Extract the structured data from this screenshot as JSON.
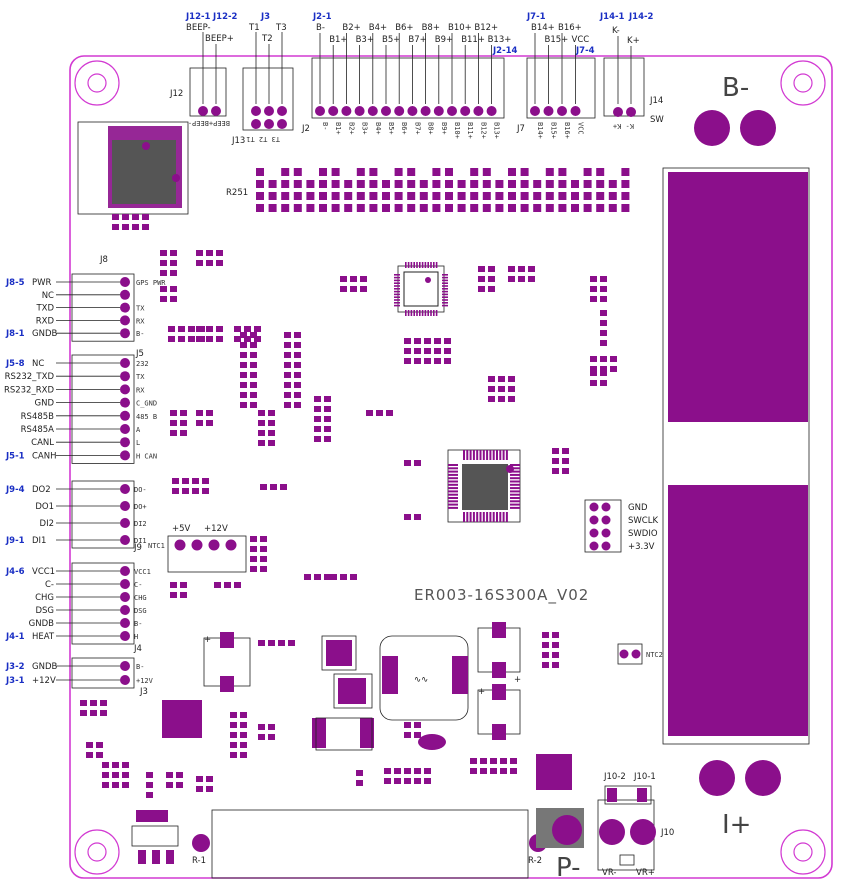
{
  "board": {
    "title": "ER003-16S300A_V02"
  },
  "big_labels": {
    "b_minus": "B-",
    "i_plus": "I+",
    "p_minus": "P-"
  },
  "top_connectors": {
    "j12_1": "J12-1",
    "j12_2": "J12-2",
    "beep_minus": "BEEP-",
    "beep_plus": "BEEP+",
    "j12": "J12",
    "j12_mirror": "BEEP+BEEP-",
    "j3": "J3",
    "t1": "T1",
    "t2": "T2",
    "t3": "T3",
    "j13": "J13",
    "j13_mirror": "T3 T2 T1",
    "j2_1": "J2-1",
    "j2_14": "J2-14",
    "j2": "J2",
    "b_pins_top": [
      "B-",
      "B1+",
      "B2+",
      "B3+",
      "B4+",
      "B5+",
      "B6+",
      "B7+",
      "B8+",
      "B9+",
      "B10+",
      "B11+",
      "B12+",
      "B13+"
    ],
    "j7_1": "J7-1",
    "j7_4": "J7-4",
    "j7": "J7",
    "j7_pins": [
      "B14+",
      "B15+",
      "B16+",
      "VCC"
    ],
    "j14_1": "J14-1",
    "j14_2": "J14-2",
    "j14": "J14",
    "k_minus": "K-",
    "k_plus": "K+",
    "sw": "SW",
    "r251": "R251"
  },
  "left_connectors": {
    "j8": {
      "name": "J8",
      "pins": [
        {
          "tag": "J8-5",
          "signal": "PWR",
          "silk": "GPS PWR"
        },
        {
          "tag": "",
          "signal": "NC",
          "silk": ""
        },
        {
          "tag": "",
          "signal": "TXD",
          "silk": "TX"
        },
        {
          "tag": "",
          "signal": "RXD",
          "silk": "RX"
        },
        {
          "tag": "J8-1",
          "signal": "GNDB",
          "silk": "B-"
        }
      ]
    },
    "j5": {
      "name": "J5",
      "pins": [
        {
          "tag": "J5-8",
          "signal": "NC",
          "silk": "232"
        },
        {
          "tag": "",
          "signal": "RS232_TXD",
          "silk": "TX"
        },
        {
          "tag": "",
          "signal": "RS232_RXD",
          "silk": "RX"
        },
        {
          "tag": "",
          "signal": "GND",
          "silk": "C_GND"
        },
        {
          "tag": "",
          "signal": "RS485B",
          "silk": "485 B"
        },
        {
          "tag": "",
          "signal": "RS485A",
          "silk": "A"
        },
        {
          "tag": "",
          "signal": "CANL",
          "silk": "L"
        },
        {
          "tag": "J5-1",
          "signal": "CANH",
          "silk": "H CAN"
        }
      ]
    },
    "j9": {
      "name": "J9",
      "pins": [
        {
          "tag": "J9-4",
          "signal": "DO2",
          "silk": "DO-"
        },
        {
          "tag": "",
          "signal": "DO1",
          "silk": "DO+"
        },
        {
          "tag": "",
          "signal": "DI2",
          "silk": "DI2"
        },
        {
          "tag": "J9-1",
          "signal": "DI1",
          "silk": "DI1"
        }
      ]
    },
    "j4": {
      "name": "J4",
      "pins": [
        {
          "tag": "J4-6",
          "signal": "VCC1",
          "silk": "VCC1"
        },
        {
          "tag": "",
          "signal": "C-",
          "silk": "C-"
        },
        {
          "tag": "",
          "signal": "CHG",
          "silk": "CHG"
        },
        {
          "tag": "",
          "signal": "DSG",
          "silk": "DSG"
        },
        {
          "tag": "",
          "signal": "GNDB",
          "silk": "B-"
        },
        {
          "tag": "J4-1",
          "signal": "HEAT",
          "silk": "H"
        }
      ]
    },
    "j3b": {
      "name": "J3",
      "pins": [
        {
          "tag": "J3-2",
          "signal": "GNDB",
          "silk": "B-"
        },
        {
          "tag": "J3-1",
          "signal": "+12V",
          "silk": "+12V"
        }
      ]
    }
  },
  "swd": {
    "pins": [
      "GND",
      "SWCLK",
      "SWDIO",
      "+3.3V"
    ]
  },
  "ntc": {
    "ntc1": "NTC1",
    "plus5v": "+5V",
    "plus12v": "+12V",
    "ntc2": "NTC2"
  },
  "bottom": {
    "r1": "R-1",
    "r2": "R-2",
    "j10_2": "J10-2",
    "j10_1": "J10-1",
    "j10": "J10",
    "vr_minus": "VR-",
    "vr_plus": "VR+"
  },
  "colors": {
    "pad": "#8b0f8b",
    "board_outline": "#d23ad2",
    "net_tag": "#1a2fc4"
  }
}
